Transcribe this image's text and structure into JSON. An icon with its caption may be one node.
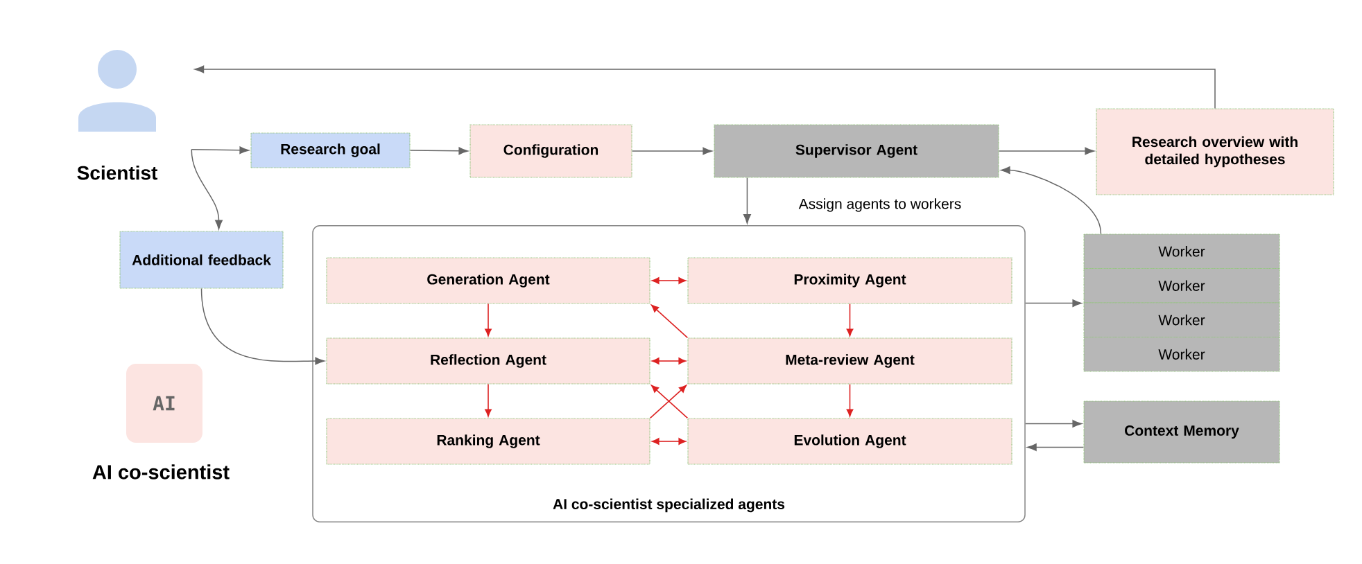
{
  "diagram": {
    "nodes": [
      {
        "text": [
          "Scientist"
        ]
      },
      {
        "text": [
          "Research goal"
        ]
      },
      {
        "text": [
          "Configuration"
        ]
      },
      {
        "text": [
          "Supervisor Agent"
        ]
      },
      {
        "text": [
          "Research overview with detailed hypotheses"
        ]
      },
      {
        "text": [
          "Additional feedback"
        ]
      },
      {
        "text": [
          "AI co-scientist specialized agents"
        ]
      },
      {
        "text": [
          "Generation Agent"
        ],
        "in": 6
      },
      {
        "text": [
          "Proximity  Agent"
        ],
        "in": 6
      },
      {
        "text": [
          "Reflection Agent"
        ],
        "in": 6
      },
      {
        "text": [
          "Meta-review Agent"
        ],
        "in": 6
      },
      {
        "text": [
          "Ranking Agent"
        ],
        "in": 6
      },
      {
        "text": [
          "Evolution Agent"
        ],
        "in": 6
      },
      {
        "text": [
          "Worker"
        ]
      },
      {
        "text": [
          "Worker"
        ]
      },
      {
        "text": [
          "Worker"
        ]
      },
      {
        "text": [
          "Worker"
        ]
      },
      {
        "text": [
          "Context Memory"
        ]
      },
      {
        "text": [
          "AI"
        ],
        "beside": [
          "AI co-scientist"
        ]
      }
    ],
    "edges": [
      {
        "from": 4,
        "to": 0,
        "arrow": "to"
      },
      {
        "from": 0,
        "to": 1,
        "arrow": "to"
      },
      {
        "from": 0,
        "to": 5,
        "arrow": "to"
      },
      {
        "from": 1,
        "to": 2,
        "arrow": "to"
      },
      {
        "from": 2,
        "to": 3,
        "arrow": "to"
      },
      {
        "from": 3,
        "to": 4,
        "arrow": "to"
      },
      {
        "from": 3,
        "to": 6,
        "arrow": "to",
        "label": "Assign agents to workers"
      },
      {
        "from": 13,
        "to": 3,
        "arrow": "to"
      },
      {
        "from": 6,
        "to": 14,
        "arrow": "to"
      },
      {
        "from": 6,
        "to": 17,
        "arrow": "to"
      },
      {
        "from": 17,
        "to": 6,
        "arrow": "to"
      },
      {
        "from": 5,
        "to": 9,
        "arrow": "to"
      },
      {
        "from": 7,
        "to": 8,
        "arrow": "both",
        "color": "#dd2222"
      },
      {
        "from": 7,
        "to": 9,
        "arrow": "to",
        "color": "#dd2222"
      },
      {
        "from": 9,
        "to": 10,
        "arrow": "both",
        "color": "#dd2222"
      },
      {
        "from": 9,
        "to": 11,
        "arrow": "to",
        "color": "#dd2222"
      },
      {
        "from": 11,
        "to": 12,
        "arrow": "both",
        "color": "#dd2222"
      },
      {
        "from": 8,
        "to": 10,
        "arrow": "to",
        "color": "#dd2222"
      },
      {
        "from": 10,
        "to": 12,
        "arrow": "to",
        "color": "#dd2222"
      },
      {
        "from": 10,
        "to": 7,
        "arrow": "to",
        "color": "#dd2222"
      },
      {
        "from": 11,
        "to": 10,
        "arrow": "to",
        "color": "#dd2222"
      },
      {
        "from": 12,
        "to": 9,
        "arrow": "to",
        "color": "#dd2222"
      }
    ]
  }
}
